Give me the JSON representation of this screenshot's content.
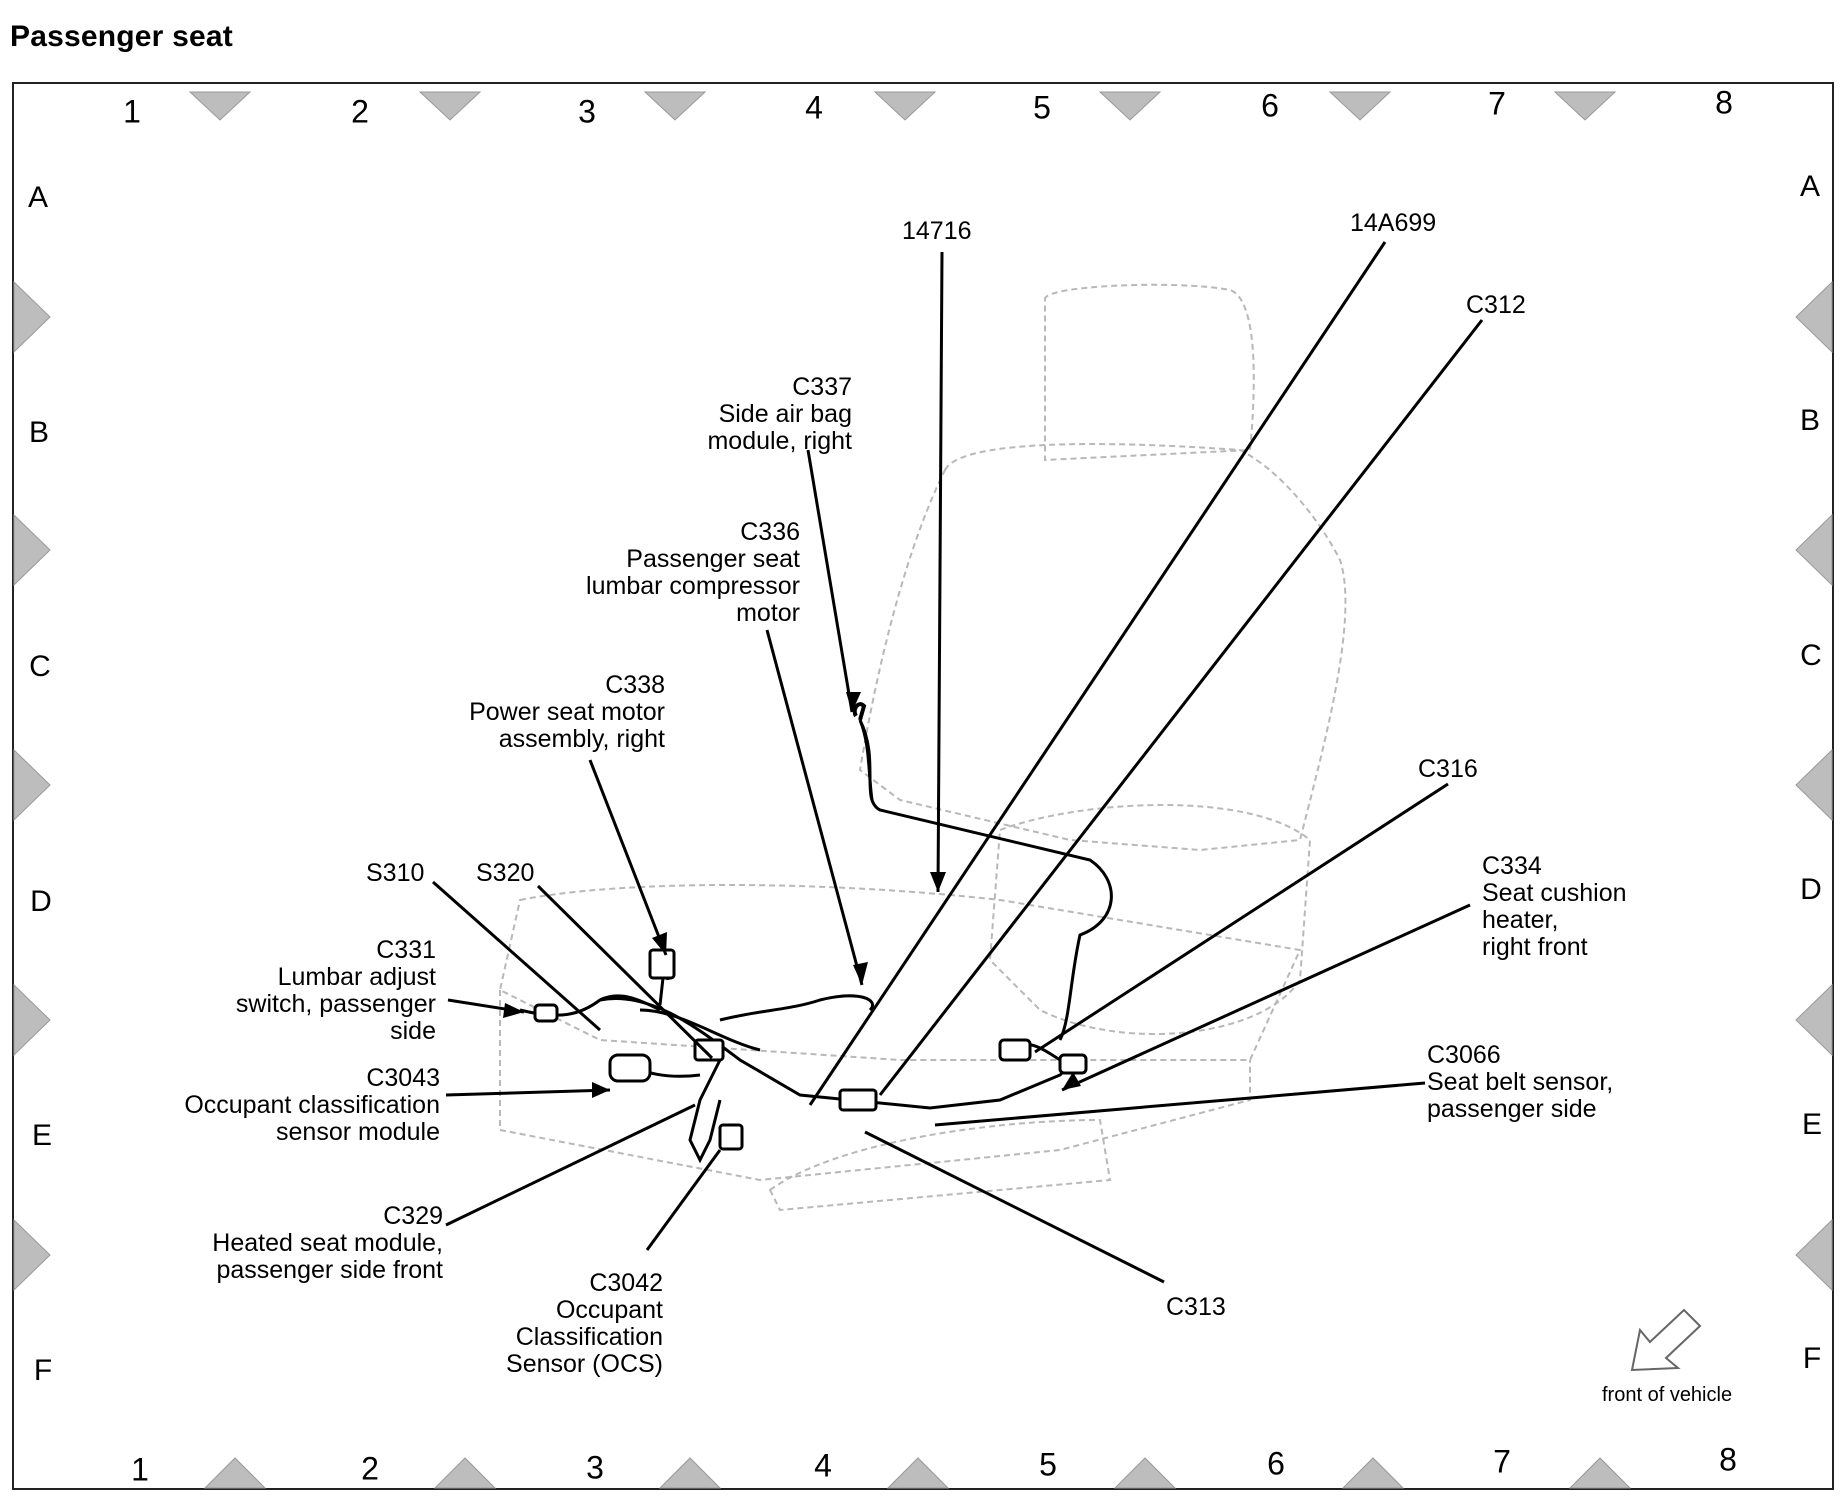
{
  "title": "Passenger seat",
  "grid": {
    "columns": [
      "1",
      "2",
      "3",
      "4",
      "5",
      "6",
      "7",
      "8"
    ],
    "rows": [
      "A",
      "B",
      "C",
      "D",
      "E",
      "F"
    ]
  },
  "labels": {
    "c14716": "14716",
    "c14A699": "14A699",
    "c312": "C312",
    "c337": [
      "C337",
      "Side air bag",
      "module, right"
    ],
    "c336": [
      "C336",
      "Passenger seat",
      "lumbar compressor",
      "motor"
    ],
    "c338": [
      "C338",
      "Power seat motor",
      "assembly, right"
    ],
    "c316": "C316",
    "c334": [
      "C334",
      "Seat cushion",
      "heater,",
      "right front"
    ],
    "s310": "S310",
    "s320": "S320",
    "c331": [
      "C331",
      "Lumbar adjust",
      "switch, passenger",
      "side"
    ],
    "c3043": [
      "C3043",
      "Occupant classification",
      "sensor module"
    ],
    "c3066": [
      "C3066",
      "Seat belt sensor,",
      "passenger side"
    ],
    "c329": [
      "C329",
      "Heated seat module,",
      "passenger side front"
    ],
    "c3042": [
      "C3042",
      "Occupant",
      "Classification",
      "Sensor (OCS)"
    ],
    "c313": "C313"
  },
  "front_of_vehicle": "front of vehicle"
}
